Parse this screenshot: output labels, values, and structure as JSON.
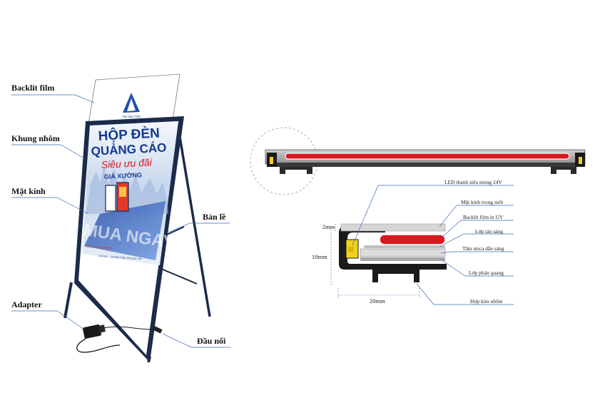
{
  "stand_labels": {
    "backlit_film": "Backlit film",
    "frame": "Khung nhôm",
    "glass": "Mặt kính",
    "hinge": "Bản lề",
    "adapter": "Adapter",
    "connector": "Đầu nối"
  },
  "poster": {
    "logo_caption": "Tân Đại Thái",
    "line1": "HỘP ĐÈN",
    "line2": "QUẢNG CÁO",
    "line3": "Siêu ưu đãi",
    "line4": "GIÁ XƯỞNG",
    "watermark": "MUA NGAY",
    "phone": "0977 131 3913 9954",
    "address": "Số 4 lối ... 10 Ninh Hiệp, Gia Lâm, HN"
  },
  "section_labels": {
    "led": "LED thanh siêu mỏng 24V",
    "glass": "Mặt kính trong suốt",
    "film": "Backlit film in UV",
    "diffuser": "Lớp tán sáng",
    "mica": "Tấm mica dẫn sáng",
    "reflector": "Lớp phản quang",
    "alloy": "Hợp kim nhôm"
  },
  "dimensions": {
    "top": "2mm",
    "height": "10mm",
    "width": "20mm"
  },
  "colors": {
    "frame": "#1c2b4a",
    "led": "#f2d21b",
    "film": "#d71920",
    "callout": "#3a6bb5"
  }
}
